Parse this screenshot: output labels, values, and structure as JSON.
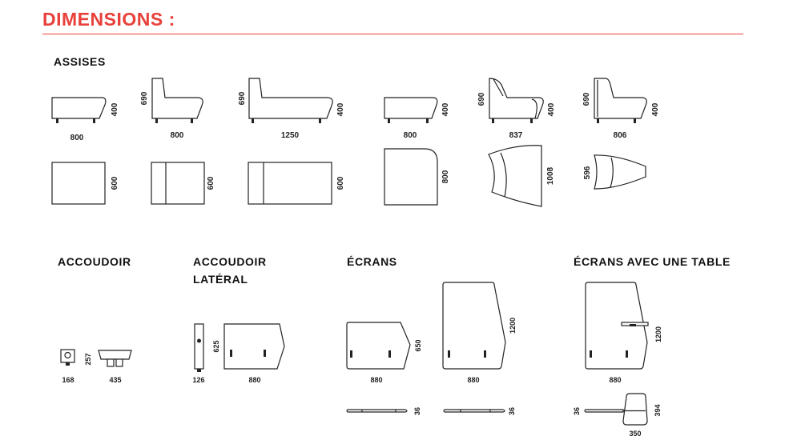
{
  "header": {
    "title": "DIMENSIONS :",
    "accent_color": "#e8403a"
  },
  "sections": {
    "assises": {
      "heading": "ASSISES"
    },
    "accoudoir": {
      "heading": "ACCOUDOIR"
    },
    "accoudoir_lateral": {
      "heading_line1": "ACCOUDOIR",
      "heading_line2": "LATÉRAL"
    },
    "ecrans": {
      "heading": "ÉCRANS"
    },
    "ecrans_table": {
      "heading": "ÉCRANS AVEC UNE TABLE"
    }
  },
  "dimensions": {
    "pouf": {
      "width": "800",
      "height": "400",
      "depth": "600"
    },
    "chair": {
      "width": "800",
      "back_height": "690",
      "seat_height": "400",
      "depth": "600"
    },
    "chaise_longue": {
      "width": "1250",
      "back_height": "690",
      "seat_height": "400",
      "depth": "600"
    },
    "corner": {
      "width": "800",
      "height": "400",
      "depth": "800"
    },
    "curved_large": {
      "width": "837",
      "back_height": "690",
      "seat_height": "400",
      "depth": "1008"
    },
    "curved_small": {
      "width": "806",
      "back_height": "690",
      "seat_height": "400",
      "depth": "596"
    },
    "armrest": {
      "width": "168",
      "height": "257",
      "length": "435"
    },
    "side_armrest": {
      "depth": "126",
      "height": "625",
      "width": "880"
    },
    "screen_low": {
      "width": "880",
      "height": "650",
      "thickness": "36"
    },
    "screen_high": {
      "width": "880",
      "height": "1200",
      "thickness": "36"
    },
    "screen_table": {
      "width": "880",
      "height": "1200",
      "thickness": "36",
      "table_width": "350",
      "table_depth": "394"
    }
  }
}
